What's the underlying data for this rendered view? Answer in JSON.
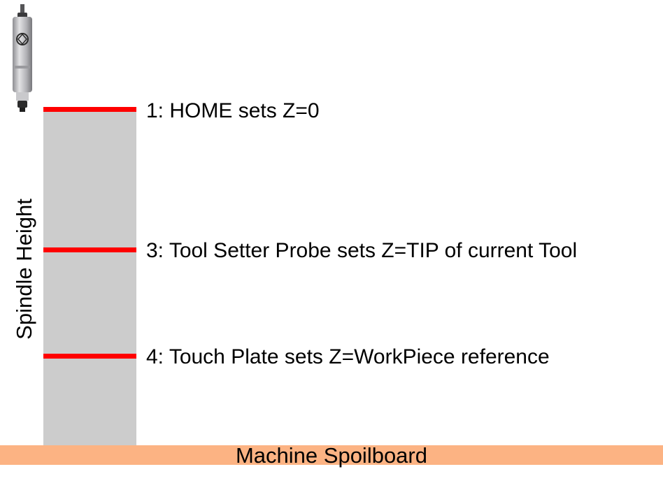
{
  "colors": {
    "column": "#cccccc",
    "marker": "#ff0000",
    "spoilboard": "#fcb383",
    "spindle_body": "#b5b5b8",
    "spindle_dark": "#2b2b2b"
  },
  "spindle": {
    "icon": "spindle-motor-icon"
  },
  "axis": {
    "label": "Spindle Height"
  },
  "levels": [
    {
      "label": "1: HOME sets Z=0"
    },
    {
      "label": "3: Tool Setter Probe sets Z=TIP of current Tool"
    },
    {
      "label": "4: Touch Plate sets Z=WorkPiece reference"
    }
  ],
  "spoilboard": {
    "label": "Machine Spoilboard"
  }
}
